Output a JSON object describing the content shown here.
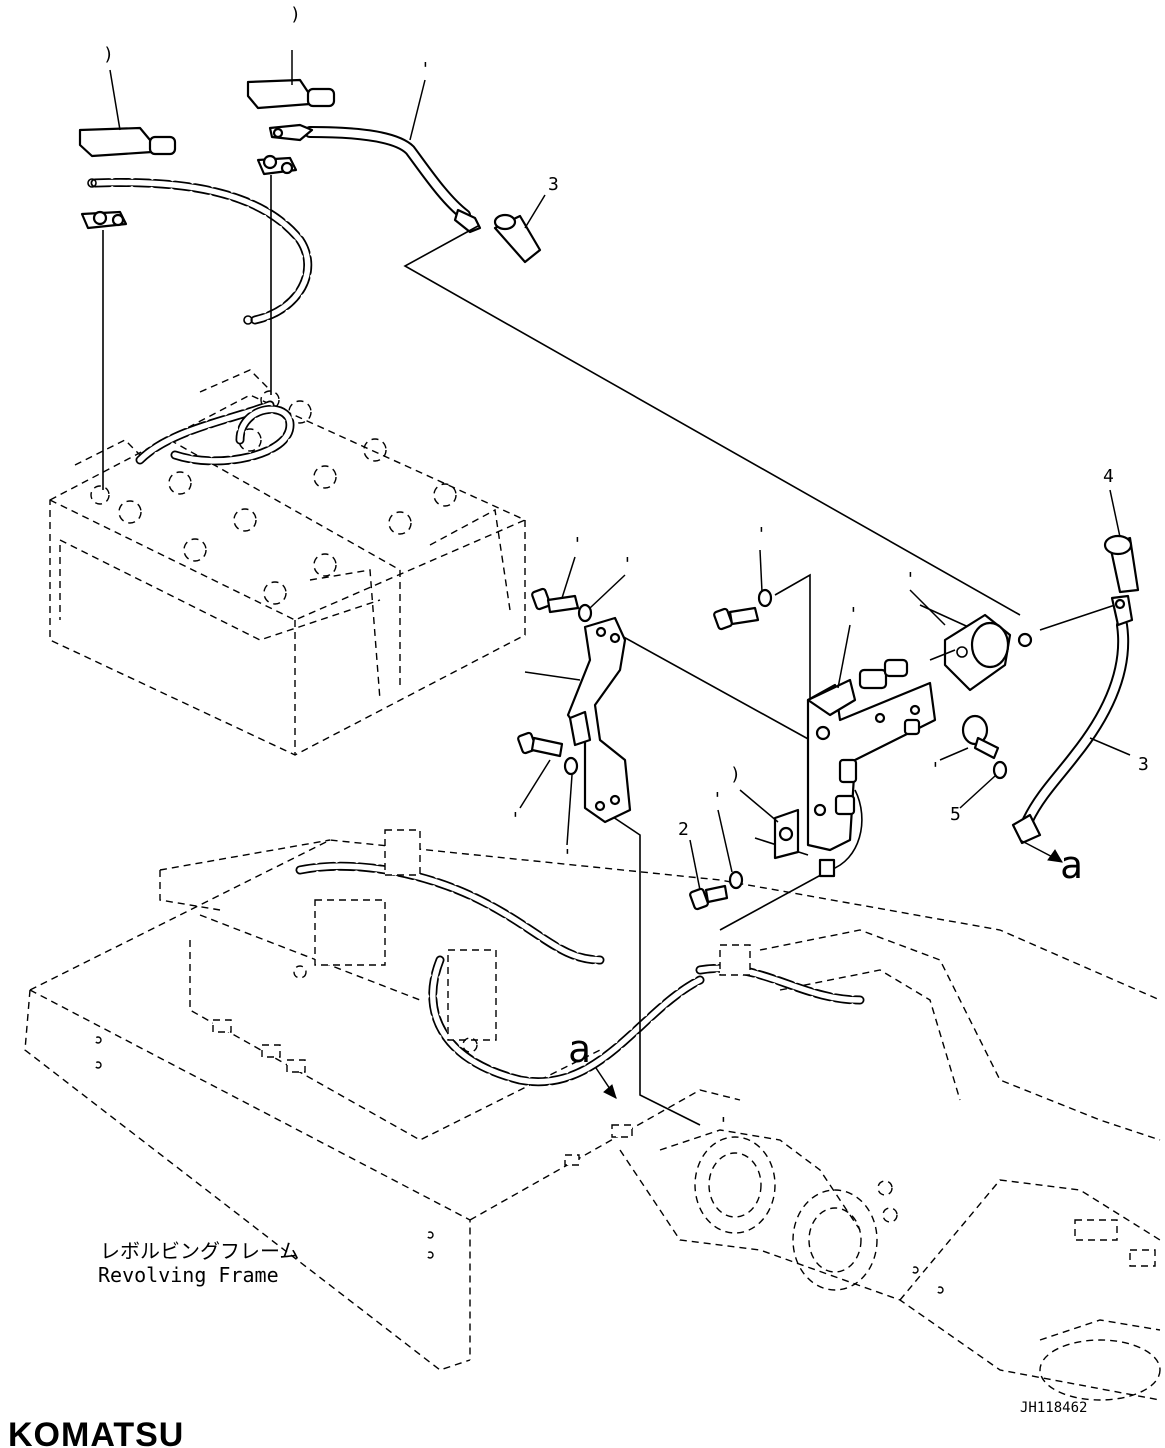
{
  "diagram": {
    "callouts": {
      "c1": ")",
      "c2": ")",
      "c3": "'",
      "c4": "3",
      "c5": "4",
      "c6": "'",
      "c7": "'",
      "c8": "'",
      "c9": "'",
      "c10": "'",
      "c11": "3",
      "c12": ")",
      "c13": "'",
      "c14": "'",
      "c15": "2",
      "c16": "'",
      "c17": "'",
      "c18": "5",
      "c19": "'"
    },
    "marker_a_right": "a",
    "marker_a_left": "a",
    "frame_label_jp": "レボルビングフレーム",
    "frame_label_en": "Revolving Frame",
    "drawing_number": "JH118462",
    "brand": "KOMATSU"
  }
}
